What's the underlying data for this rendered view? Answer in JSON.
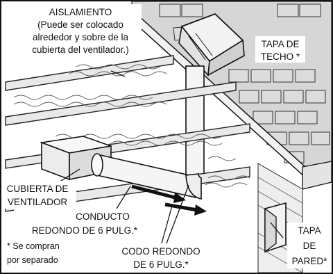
{
  "labels": {
    "insulation_title": "AISLAMIENTO",
    "insulation_line1": "(Puede ser colocado",
    "insulation_line2": "alrededor y sobre de la",
    "insulation_line3": "cubierta del ventilador.)",
    "roof_cap_line1": "TAPA DE",
    "roof_cap_line2": "TECHO *",
    "fan_housing_line1": "CUBIERTA DE",
    "fan_housing_line2": "VENTILADOR",
    "duct_line1": "CONDUCTO",
    "duct_line2": "REDONDO DE 6 PULG.*",
    "note_line1": "* Se compran",
    "note_line2": "por separado",
    "elbow_line1": "CODO REDONDO",
    "elbow_line2": "DE 6 PULG.*",
    "wall_cap_line1": "TAPA",
    "wall_cap_line2": "DE",
    "wall_cap_line3": "PARED*"
  }
}
